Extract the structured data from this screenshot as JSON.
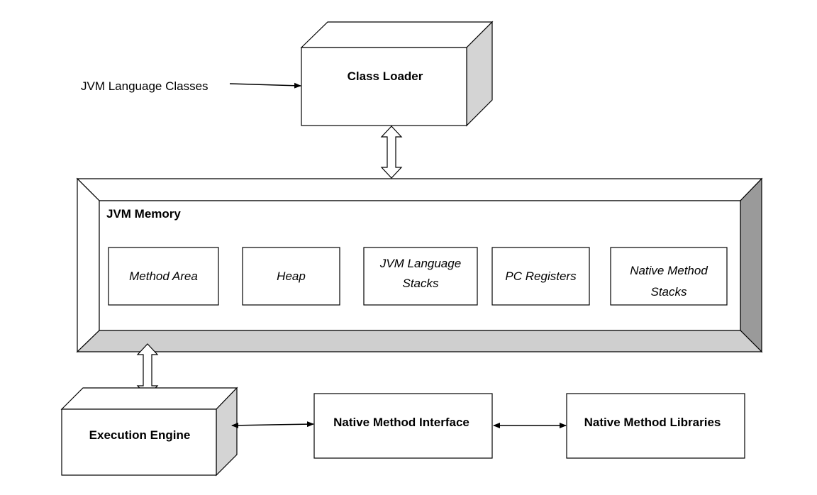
{
  "input_label": "JVM Language Classes",
  "class_loader": {
    "label": "Class Loader"
  },
  "jvm_memory": {
    "label": "JVM Memory",
    "areas": [
      {
        "lines": [
          "Method Area"
        ]
      },
      {
        "lines": [
          "Heap"
        ]
      },
      {
        "lines": [
          "JVM Language",
          "Stacks"
        ]
      },
      {
        "lines": [
          "PC Registers"
        ]
      },
      {
        "lines": [
          "Native Method",
          "Stacks"
        ]
      }
    ]
  },
  "execution_engine": {
    "label": "Execution Engine"
  },
  "native_method_interface": {
    "label": "Native Method Interface"
  },
  "native_method_libraries": {
    "label": "Native Method Libraries"
  },
  "colors": {
    "line": "#000000",
    "box_face": "#ffffff",
    "box_side": "#d4d4d4",
    "bevel_light": "#ffffff",
    "bevel_dark": "#cfcfcf",
    "bevel_darker": "#9a9a9a"
  }
}
